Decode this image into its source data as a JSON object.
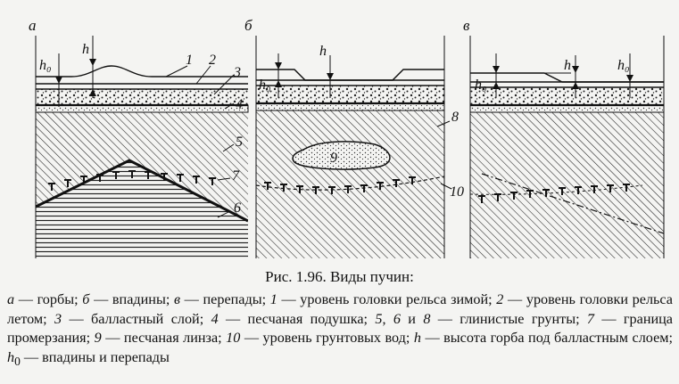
{
  "figure": {
    "panel_labels": [
      "а",
      "б",
      "в"
    ],
    "h0_label": "h₀",
    "h_label": "h",
    "number_labels": {
      "n1": "1",
      "n2": "2",
      "n3": "3",
      "n4": "4",
      "n5": "5",
      "n6": "6",
      "n7": "7",
      "n8": "8",
      "n9": "9",
      "n10": "10"
    }
  },
  "caption": {
    "title": "Рис. 1.96. Виды пучин:",
    "a": "а",
    "a_text": " — горбы; ",
    "b": "б",
    "b_text": " — впадины; ",
    "v": "в",
    "v_text": " — перепады; ",
    "n1": "1",
    "n1_text": " — уровень головки рельса зимой; ",
    "n2": "2",
    "n2_text": " — уровень головки рельса летом; ",
    "n3": "3",
    "n3_text": " — балластный слой; ",
    "n4": "4",
    "n4_text": " — песчаная подушка; ",
    "n5": "5",
    "comma": ", ",
    "n6": "6",
    "and": " и ",
    "n8": "8",
    "n8_text": " — глинистые грунты; ",
    "n7": "7",
    "n7_text": " — граница промерзания; ",
    "n9": "9",
    "n9_text": " — песчаная линза; ",
    "n10": "10",
    "n10_text": " — уровень грунтовых вод; ",
    "h": "h",
    "h_text": " — высота горба под балластным слоем; ",
    "h0": "h",
    "h0_sub": "0",
    "h0_text": " — впадины и перепады"
  }
}
